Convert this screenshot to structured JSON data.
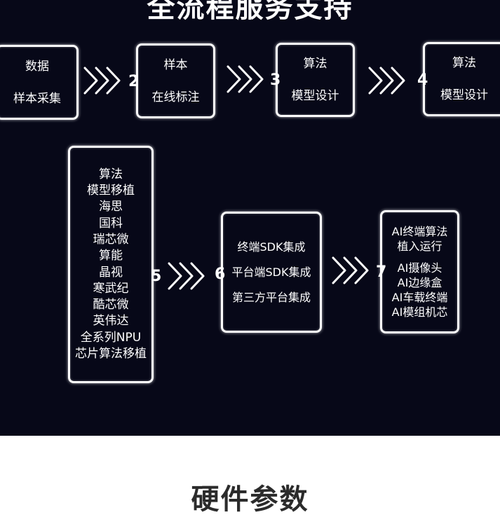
{
  "title": "全流程服务支持",
  "steps": [
    {
      "num": "",
      "lines": [
        "数据",
        "样本采集"
      ]
    },
    {
      "num": "2",
      "lines": [
        "样本",
        "在线标注"
      ]
    },
    {
      "num": "3",
      "lines": [
        "算法",
        "模型设计"
      ]
    },
    {
      "num": "4",
      "lines": [
        "算法",
        "模型设计"
      ]
    },
    {
      "num": "5",
      "lines": [
        "算法",
        "模型移植",
        "海思",
        "国科",
        "瑞芯微",
        "算能",
        "晶视",
        "寒武纪",
        "酷芯微",
        "英伟达",
        "全系列NPU",
        "芯片算法移植"
      ]
    },
    {
      "num": "6",
      "lines": [
        "终端SDK集成",
        "平台端SDK集成",
        "第三方平台集成"
      ]
    },
    {
      "num": "7",
      "lines": [
        "AI终端算法",
        "植入运行",
        "AI摄像头",
        "AI边缘盒",
        "AI车载终端",
        "AI模组机芯"
      ]
    }
  ],
  "next_section_title": "硬件参数",
  "colors": {
    "panel": "#070818",
    "stroke": "#ffffff",
    "page": "#ffffff",
    "heading_dark": "#2b2b2b"
  }
}
